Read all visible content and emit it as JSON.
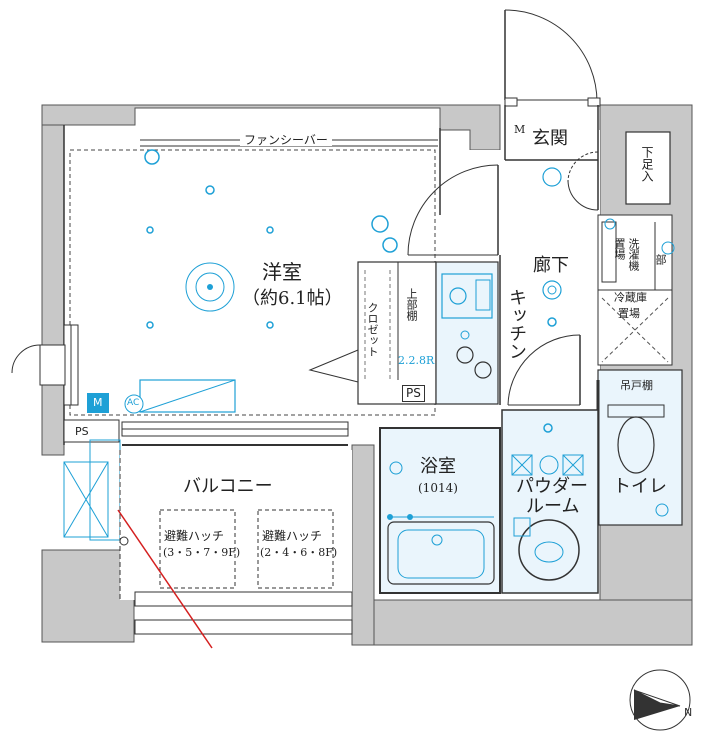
{
  "rooms": {
    "western": "洋室",
    "western_size": "（約6.1帖）",
    "fancy_bar": "ファンシーバー",
    "entrance": "玄関",
    "shoe_box": "下足入",
    "hallway": "廊下",
    "kitchen": "キッチン",
    "closet": "クロゼット",
    "upper_shelf": "上部棚",
    "washer_top": "洗濯機",
    "washer_bottom": "置場",
    "fridge_top": "冷蔵庫",
    "fridge_bottom": "置場",
    "section": "部",
    "cabinet": "吊戸棚",
    "bath": "浴室",
    "bath_size": "(1014)",
    "powder_top": "パウダー",
    "powder_bottom": "ルーム",
    "toilet": "トイレ",
    "balcony": "バルコニー",
    "hatch1_top": "避難ハッチ",
    "hatch1_bottom": "(3・5・7・9F)",
    "hatch2_top": "避難ハッチ",
    "hatch2_bottom": "(2・4・6・8F)",
    "ps1": "PS",
    "ps2": "PS",
    "meter": "M",
    "entry_m": "M",
    "ac": "AC",
    "ceiling": "2.2.8R"
  },
  "colors": {
    "wall": "#c8c8c8",
    "wall_edge": "#555555",
    "fixture": "#1ea0d6",
    "wet_area": "#eaf5fc",
    "line": "#333333",
    "red_line": "#d42020"
  }
}
